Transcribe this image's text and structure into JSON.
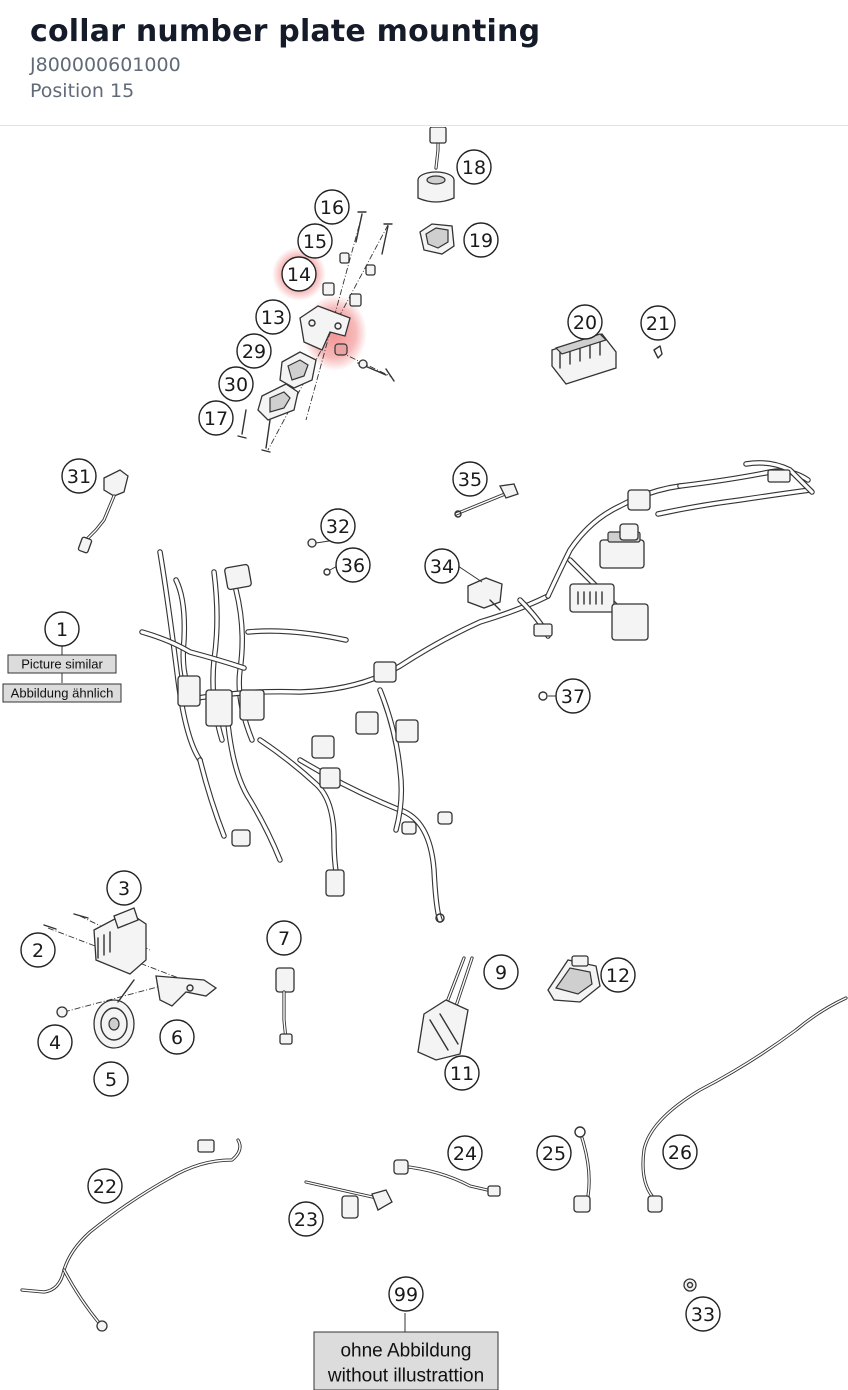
{
  "header": {
    "title": "collar number plate mounting",
    "part_number": "J800000601000",
    "position": "Position 15"
  },
  "highlight_color": "#f08080",
  "callouts": {
    "c1": "1",
    "c2": "2",
    "c3": "3",
    "c4": "4",
    "c5": "5",
    "c6": "6",
    "c7": "7",
    "c9": "9",
    "c11": "11",
    "c12": "12",
    "c13": "13",
    "c14": "14",
    "c15": "15",
    "c16": "16",
    "c17": "17",
    "c18": "18",
    "c19": "19",
    "c20": "20",
    "c21": "21",
    "c22": "22",
    "c23": "23",
    "c24": "24",
    "c25": "25",
    "c26": "26",
    "c29": "29",
    "c30": "30",
    "c31": "31",
    "c32": "32",
    "c33": "33",
    "c34": "34",
    "c35": "35",
    "c36": "36",
    "c37": "37",
    "c99": "99"
  },
  "notes": {
    "picture_similar": "Picture similar",
    "abbildung_aehnlich": "Abbildung ähnlich",
    "ohne_abbildung": "ohne Abbildung",
    "without_illustration": "without illustrattion"
  }
}
